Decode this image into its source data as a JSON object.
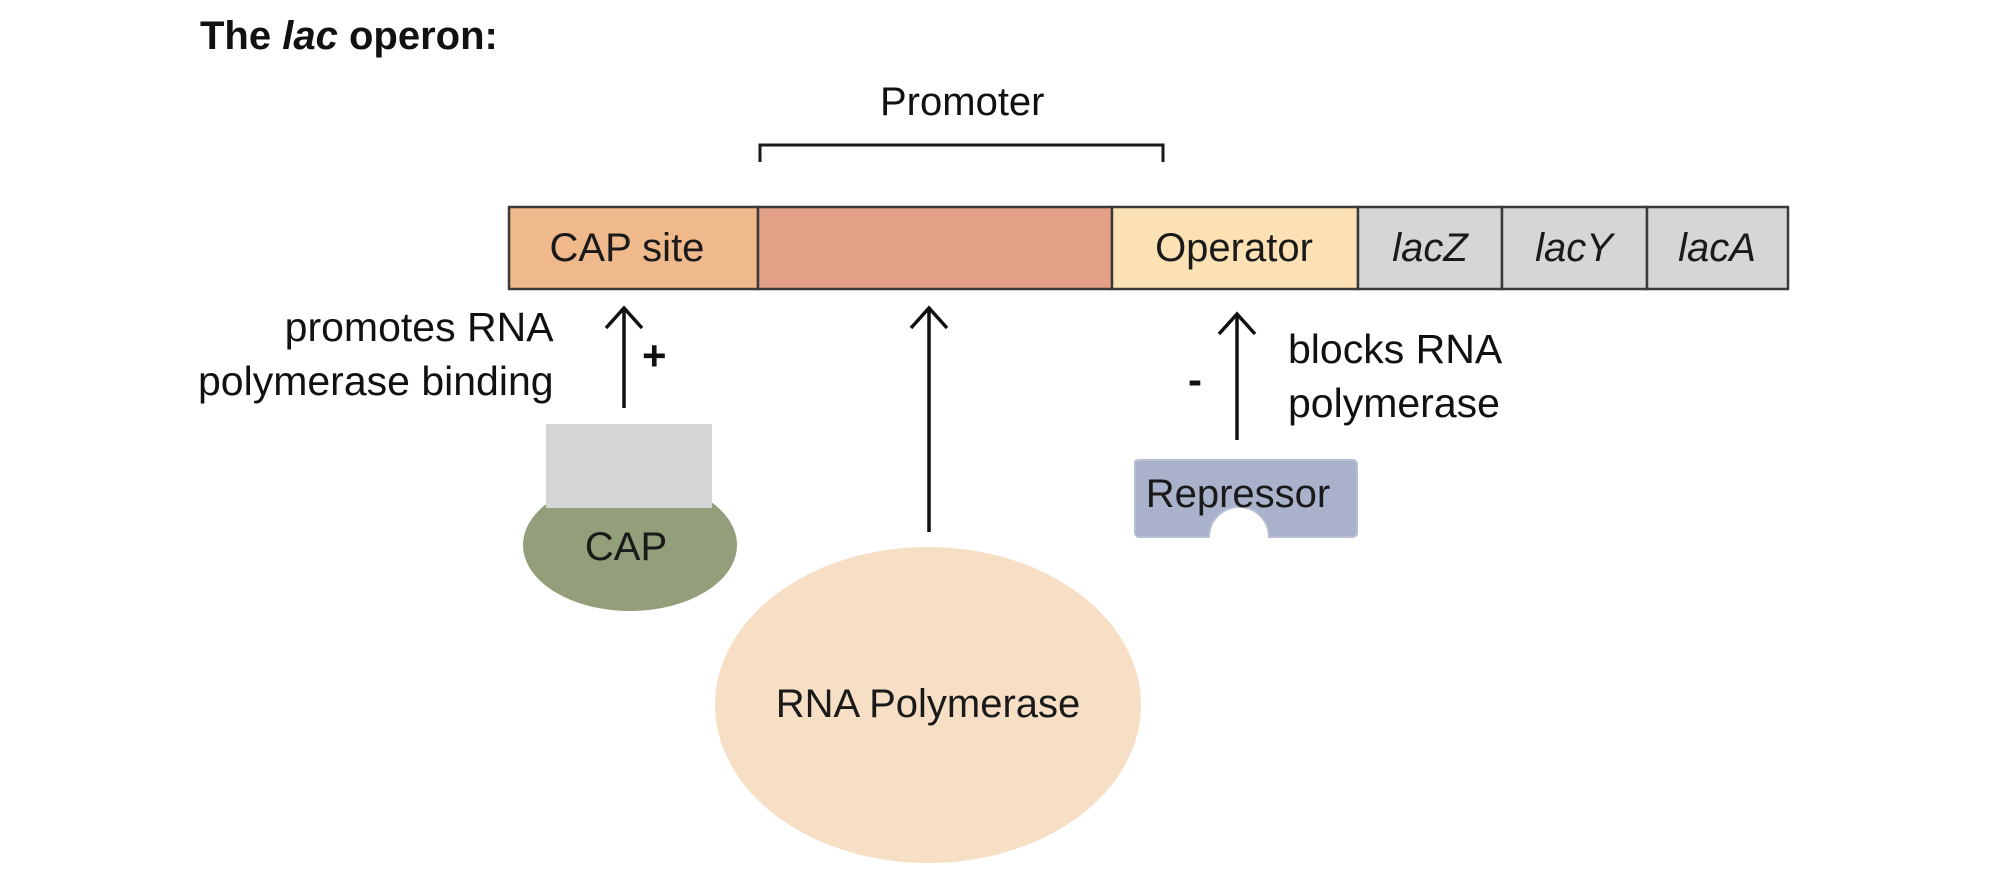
{
  "title": {
    "prefix": "The ",
    "italic": "lac",
    "suffix": " operon:"
  },
  "promoter_label": "Promoter",
  "dna_segments": [
    {
      "id": "cap-site",
      "label": "CAP site",
      "italic": false,
      "color": "#efb98b"
    },
    {
      "id": "promoter-core",
      "label": "",
      "italic": false,
      "color": "#e2a186"
    },
    {
      "id": "operator",
      "label": "Operator",
      "italic": false,
      "color": "#fbe1b4"
    },
    {
      "id": "lacz",
      "label": "lacZ",
      "italic": true,
      "color": "#d6d6d8"
    },
    {
      "id": "lacy",
      "label": "lacY",
      "italic": true,
      "color": "#d6d6d8"
    },
    {
      "id": "laca",
      "label": "lacA",
      "italic": true,
      "color": "#d6d6d8"
    }
  ],
  "cap": {
    "label": "CAP",
    "effect_lines": [
      "promotes RNA",
      "polymerase binding"
    ],
    "sign": "+",
    "body_color": "#929f7a",
    "block_color": "#d5d5d5"
  },
  "rna_polymerase": {
    "label": "RNA Polymerase",
    "color": "#f6dfc4"
  },
  "repressor": {
    "label": "Repressor",
    "effect_lines": [
      "blocks RNA",
      "polymerase"
    ],
    "sign": "-",
    "color": "#a9b1cb"
  }
}
